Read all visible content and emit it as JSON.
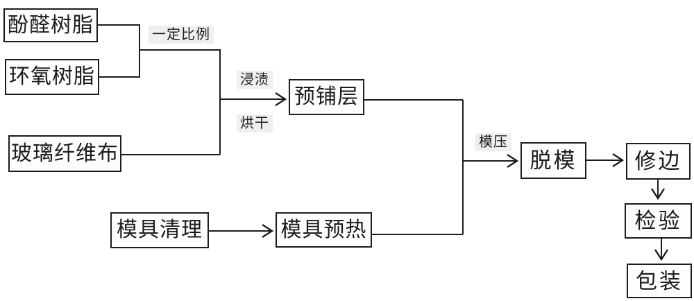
{
  "nodes": {
    "phenolic_resin": "酚醛树脂",
    "epoxy_resin": "环氧树脂",
    "glass_fiber_cloth": "玻璃纤维布",
    "prelaid_layer": "预铺层",
    "mold_cleaning": "模具清理",
    "mold_preheating": "模具预热",
    "demolding": "脱模",
    "trimming": "修边",
    "inspection": "检验",
    "packaging": "包装"
  },
  "edge_labels": {
    "fixed_ratio": "一定比例",
    "impregnation": "浸渍",
    "drying": "烘干",
    "compression_molding": "模压"
  },
  "colors": {
    "line": "#1c1c1c",
    "text": "#1c1c1c",
    "background": "#ffffff"
  }
}
